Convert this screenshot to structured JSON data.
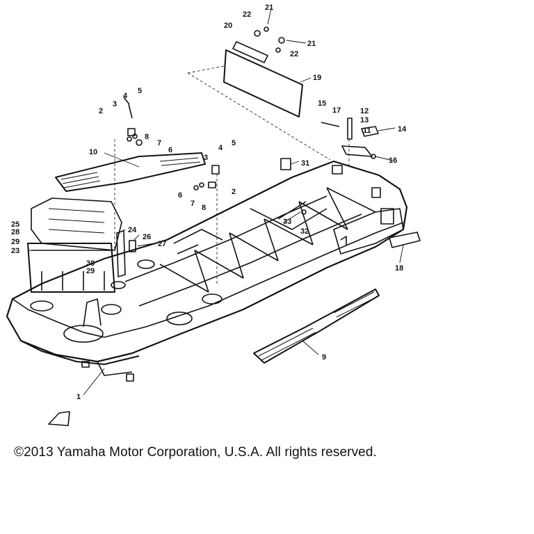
{
  "diagram": {
    "callouts": [
      "1",
      "2",
      "3",
      "4",
      "5",
      "6",
      "7",
      "8",
      "9",
      "10",
      "11",
      "12",
      "13",
      "14",
      "15",
      "16",
      "17",
      "18",
      "19",
      "20",
      "21",
      "22",
      "23",
      "24",
      "25",
      "26",
      "27",
      "28",
      "29",
      "30",
      "31",
      "32",
      "33"
    ]
  },
  "footer": {
    "copyright": "©2013 Yamaha Motor Corporation, U.S.A. All rights reserved."
  }
}
